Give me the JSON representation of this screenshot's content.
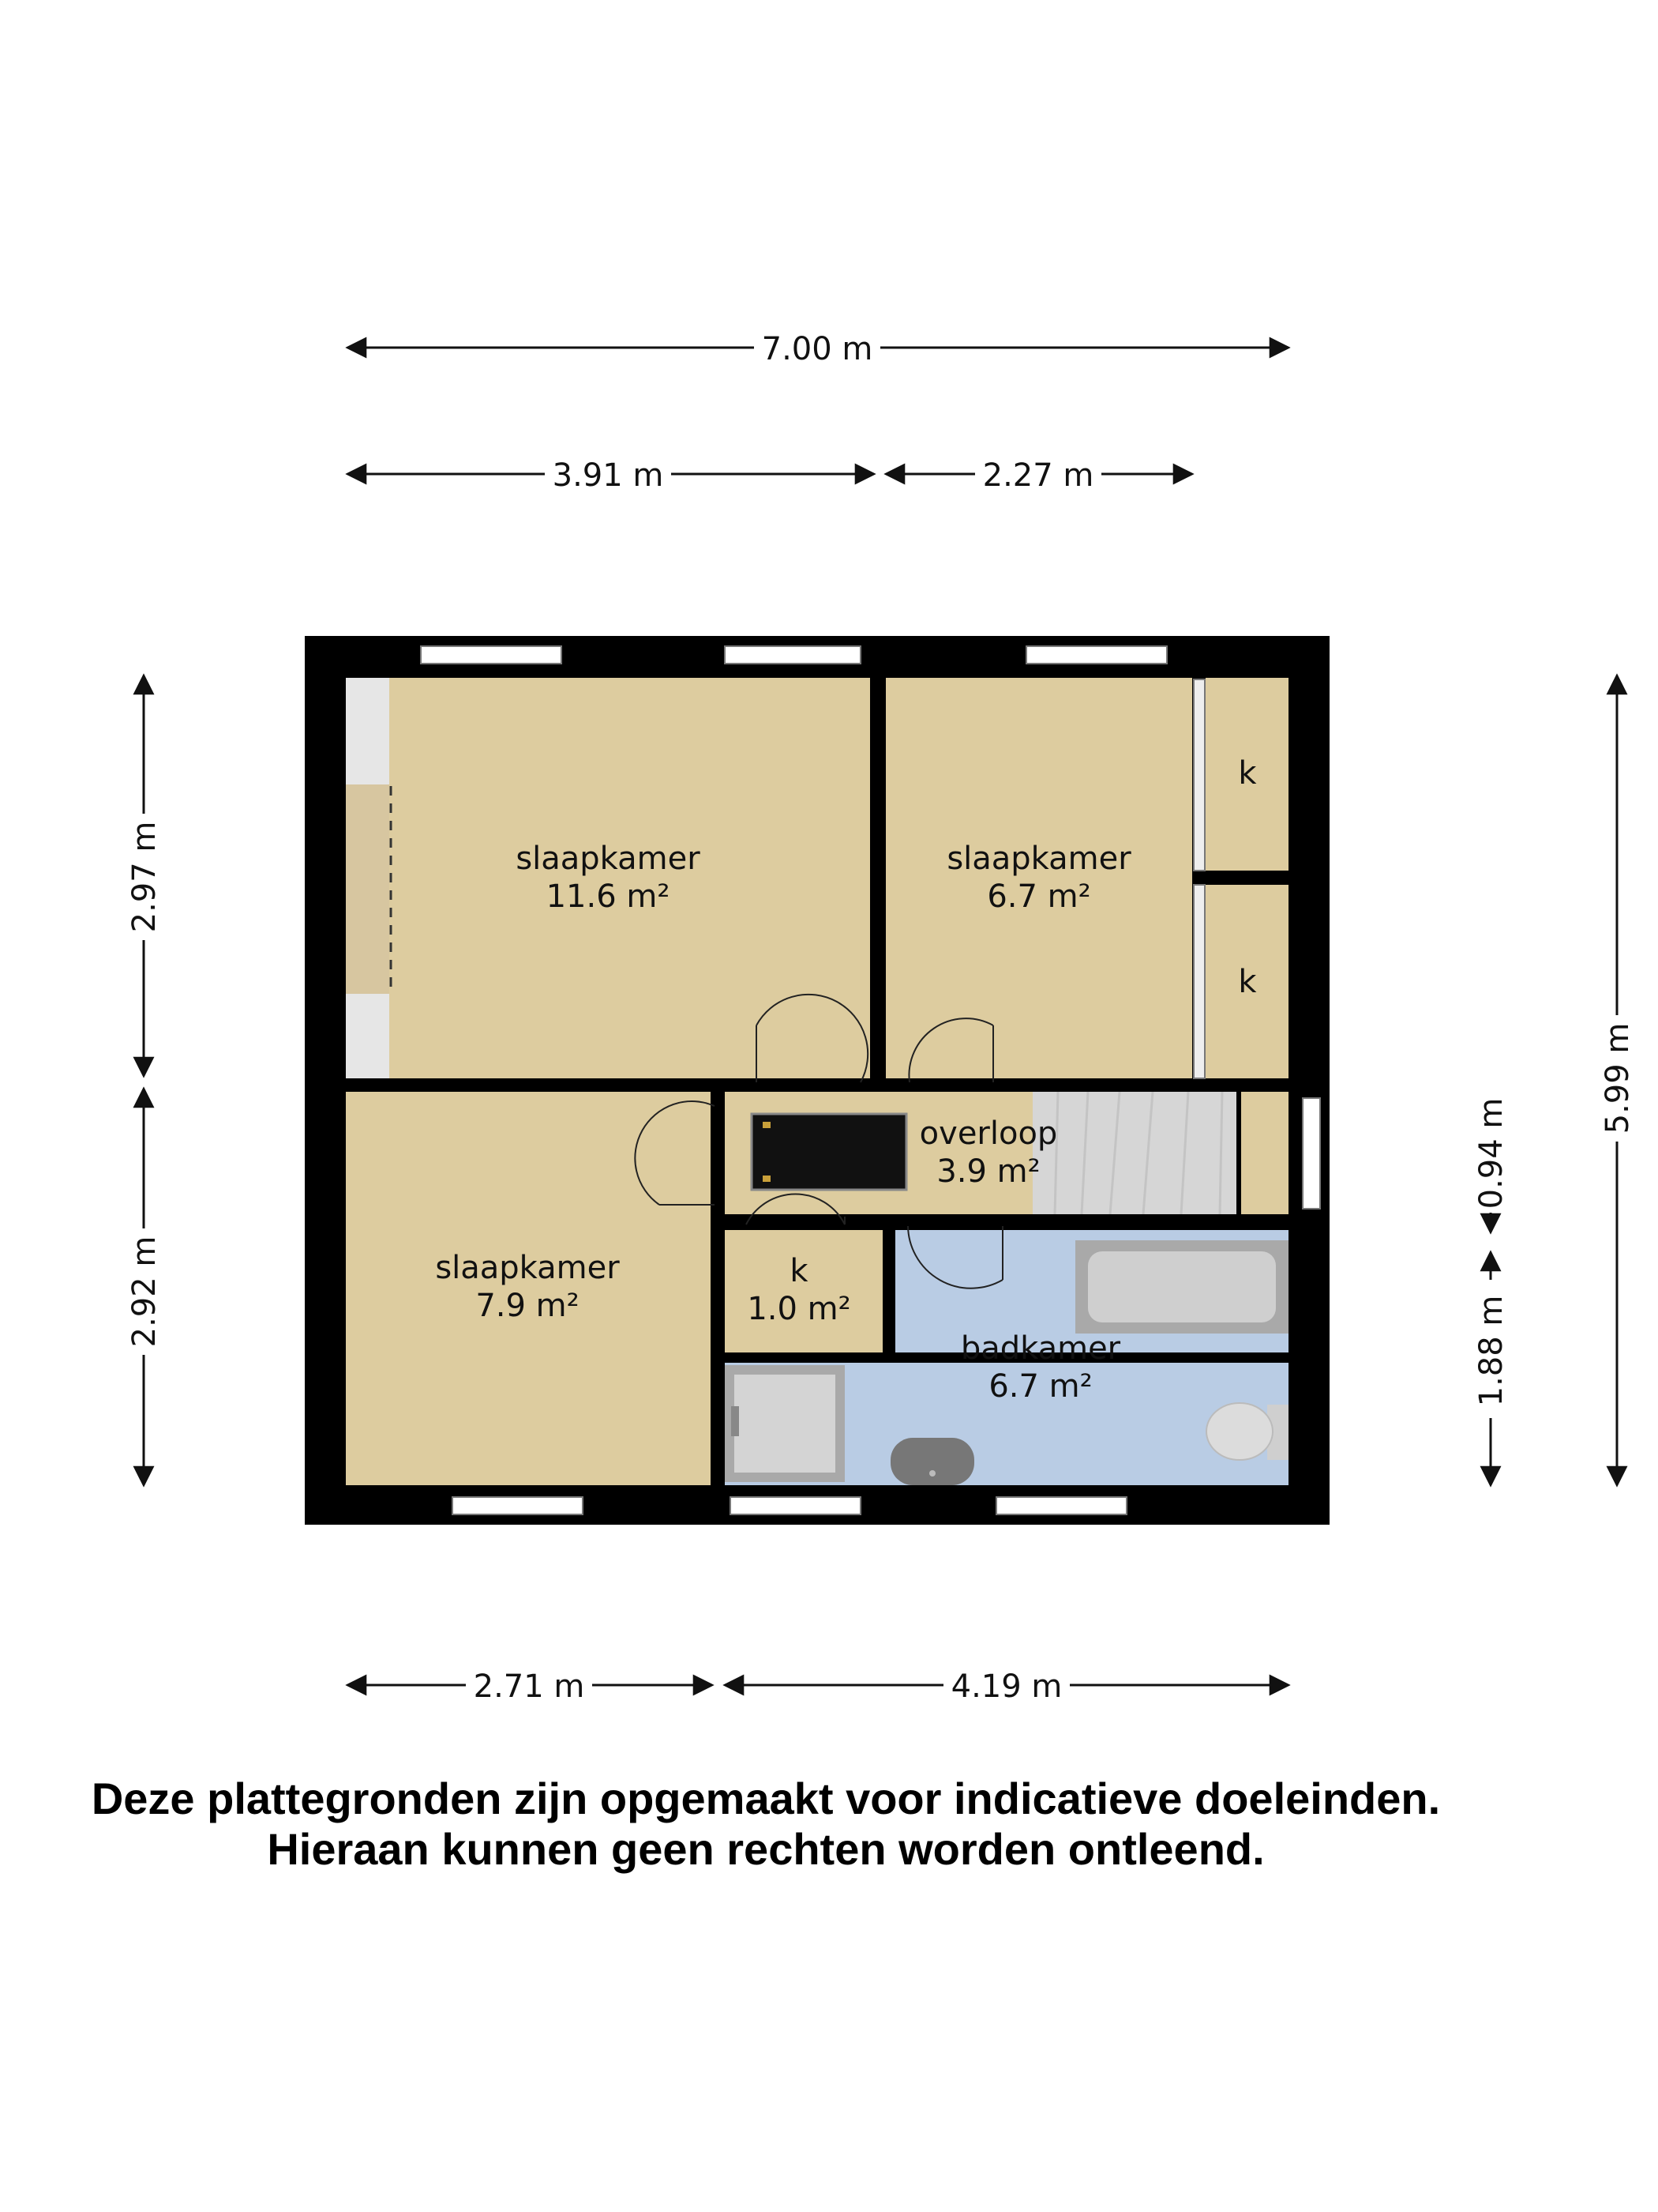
{
  "dimensions": {
    "top_total": "7.00 m",
    "top_left": "3.91 m",
    "top_right": "2.27 m",
    "bottom_left": "2.71 m",
    "bottom_right": "4.19 m",
    "left_top": "2.97 m",
    "left_bottom": "2.92 m",
    "right_total": "5.99 m",
    "right_mid": "0.94 m",
    "right_bottom": "1.88 m"
  },
  "rooms": {
    "bedroom_large": {
      "name": "slaapkamer",
      "area": "11.6 m²"
    },
    "bedroom_right": {
      "name": "slaapkamer",
      "area": "6.7 m²"
    },
    "closet_upper": {
      "name": "k"
    },
    "closet_lower": {
      "name": "k"
    },
    "landing": {
      "name": "overloop",
      "area": "3.9 m²"
    },
    "bedroom_left": {
      "name": "slaapkamer",
      "area": "7.9 m²"
    },
    "closet_small": {
      "name": "k",
      "area": "1.0 m²"
    },
    "bathroom": {
      "name": "badkamer",
      "area": "6.7 m²"
    }
  },
  "colors": {
    "wall": "#000000",
    "room_floor": "#ddcc9f",
    "bathroom_floor": "#b9cce4",
    "stairs": "#d6d6d6"
  },
  "disclaimer": {
    "line1": "Deze plattegronden zijn opgemaakt voor indicatieve doeleinden.",
    "line2": "Hieraan kunnen geen rechten worden ontleend."
  }
}
